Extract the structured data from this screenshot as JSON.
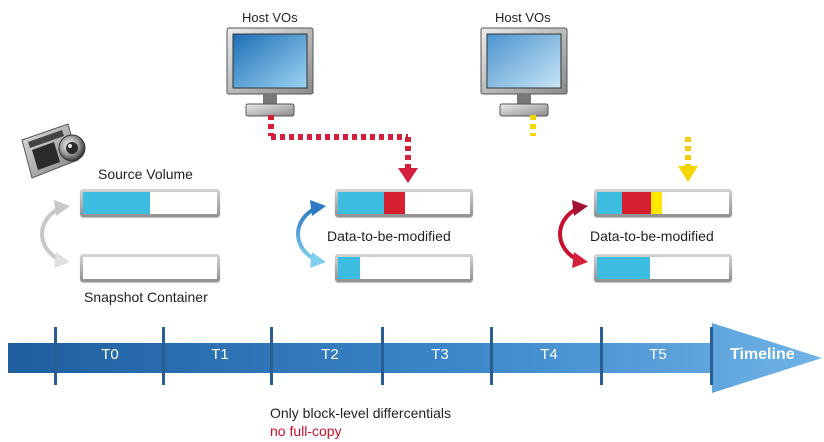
{
  "host_label_1": "Host VOs",
  "host_label_2": "Host VOs",
  "source_volume_label": "Source Volume",
  "snapshot_container_label": "Snapshot Container",
  "modified_label_1": "Data-to-be-modified",
  "modified_label_2": "Data-to-be-modified",
  "timeline": {
    "label": "Timeline",
    "ticks": [
      "T0",
      "T1",
      "T2",
      "T3",
      "T4",
      "T5"
    ]
  },
  "footnote": {
    "line1": "Only block-level differcentials",
    "line2": "no full-copy"
  },
  "colors": {
    "cyan_block": "#3dbde0",
    "red_block": "#d4202f",
    "yellow_block": "#ffe800",
    "timeline_blue": "#2e6aa8",
    "red_arrow": "#d41f3a",
    "yellow_arrow": "#f5d400",
    "accent_red_text": "#c8102e"
  },
  "icons": [
    "camera-icon",
    "monitor-icon"
  ]
}
